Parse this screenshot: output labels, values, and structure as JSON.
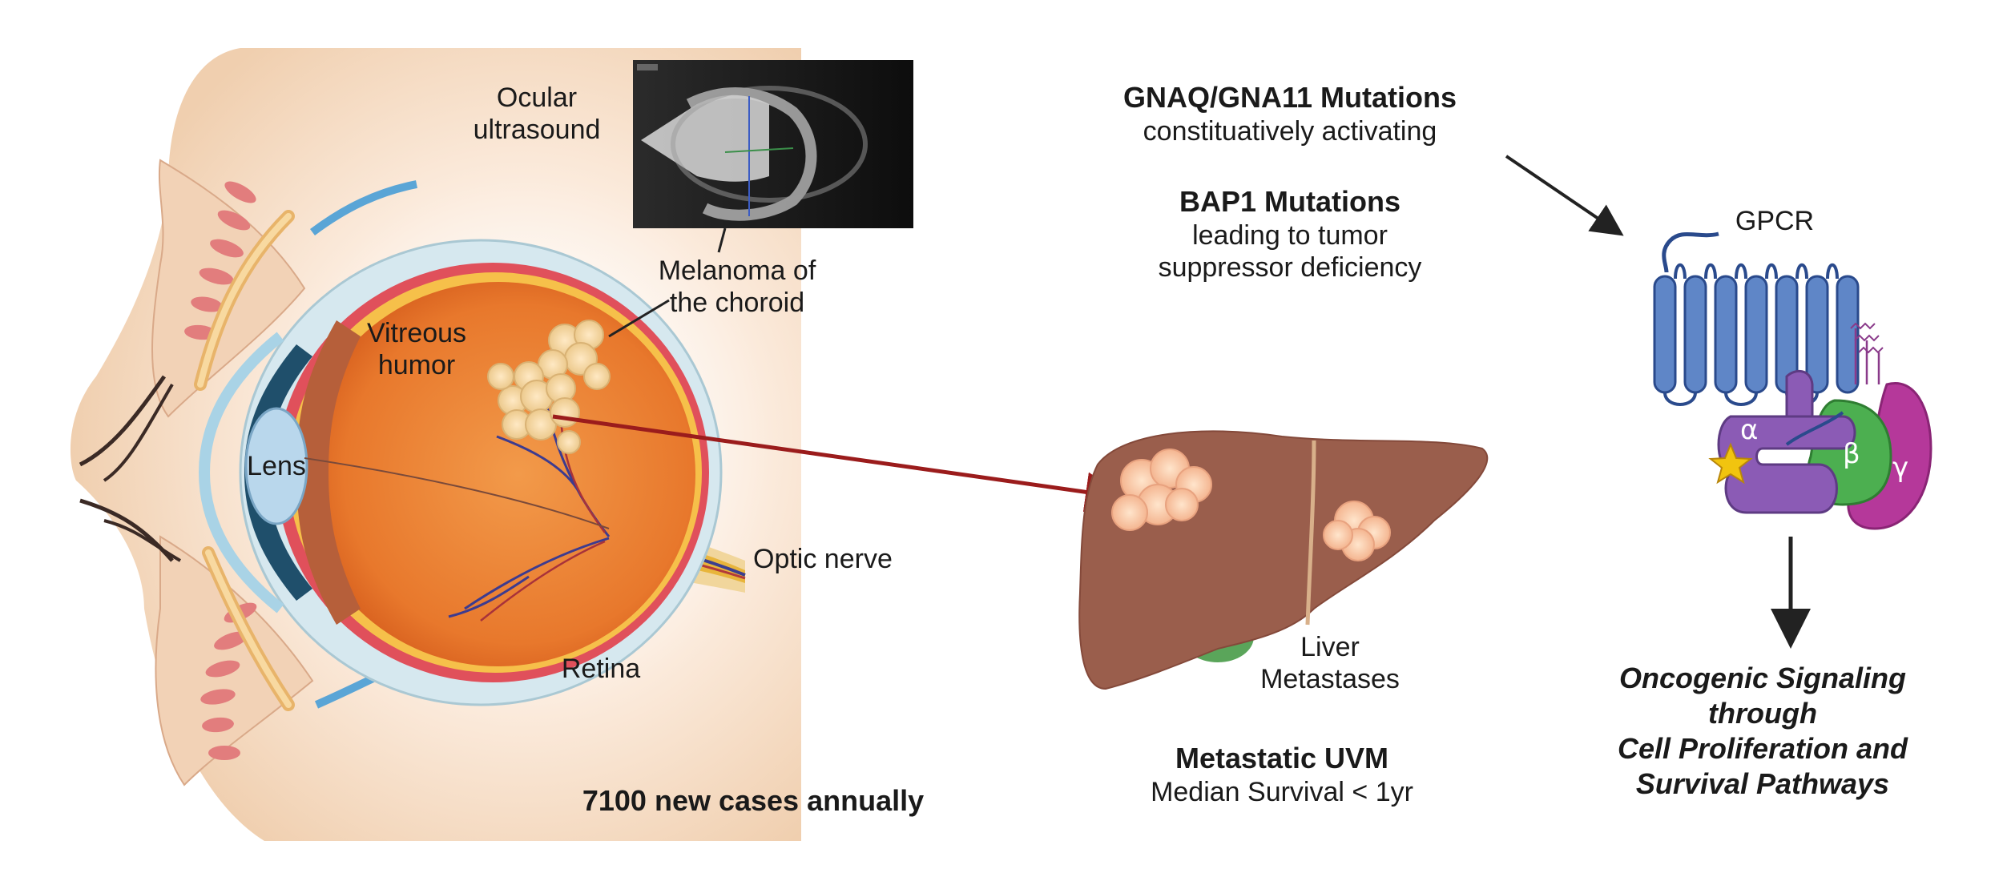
{
  "eye": {
    "ultrasound_label_1": "Ocular",
    "ultrasound_label_2": "ultrasound",
    "melanoma_label_1": "Melanoma of",
    "melanoma_label_2": "the choroid",
    "vitreous_label_1": "Vitreous",
    "vitreous_label_2": "humor",
    "lens_label": "Lens",
    "optic_nerve_label": "Optic nerve",
    "retina_label": "Retina",
    "incidence": "7100 new cases annually"
  },
  "mutations": {
    "gnaq_title": "GNAQ/GNA11 Mutations",
    "gnaq_desc": "constituatively activating",
    "bap1_title": "BAP1 Mutations",
    "bap1_desc_1": "leading to tumor",
    "bap1_desc_2": "suppressor deficiency"
  },
  "liver": {
    "label_1": "Liver",
    "label_2": "Metastases",
    "metastatic_title": "Metastatic UVM",
    "survival": "Median Survival < 1yr"
  },
  "gpcr": {
    "label": "GPCR",
    "alpha": "α",
    "beta": "β",
    "gamma": "γ",
    "outcome_1": "Oncogenic Signaling",
    "outcome_2": "through",
    "outcome_3": "Cell Proliferation and",
    "outcome_4": "Survival Pathways"
  },
  "colors": {
    "skin": "#f4d9bf",
    "eye_orange": "#ea7f33",
    "liver": "#9a5e4c",
    "tumor": "#f6ddb0",
    "receptor_blue": "#5f86c7",
    "g_alpha_purple": "#8b5bb5",
    "g_beta_green": "#4caf50",
    "g_gamma_magenta": "#b5389a",
    "arrow_red": "#9b1c1c"
  }
}
